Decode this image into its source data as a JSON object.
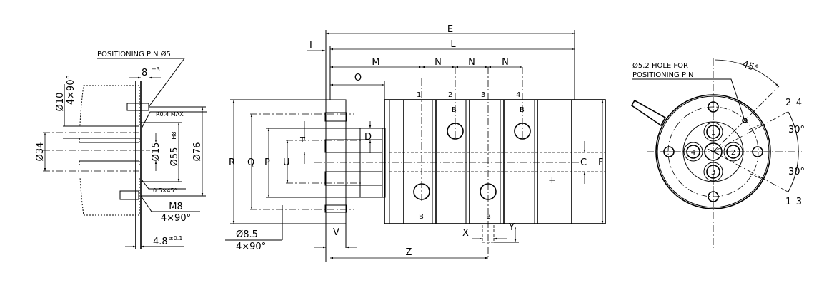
{
  "left_view": {
    "positioning_pin": "POSITIONING PIN  Ø5",
    "dim_8": "8",
    "tol_8": "±3",
    "dia10": "Ø10",
    "dia10_count": "4×90°",
    "r_max": "R0.4  MAX",
    "dia34": "Ø34",
    "dia15": "Ø15",
    "dia55": "Ø55",
    "dia55_fit": "H8",
    "dia76": "Ø76",
    "chamfer": "0.5×45°",
    "thread": "M8",
    "thread_count": "4×90°",
    "dim_48": "4.8",
    "tol_48": "±0.1"
  },
  "side_view": {
    "E": "E",
    "L": "L",
    "I": "I",
    "M": "M",
    "N": "N",
    "O": "O",
    "R": "R",
    "Q": "Q",
    "P": "P",
    "U": "U",
    "T": "T",
    "D": "D",
    "C": "C",
    "F": "F",
    "V": "V",
    "X": "X",
    "Y": "Y",
    "Z": "Z",
    "B": "B",
    "ports": [
      "1",
      "2",
      "3",
      "4"
    ],
    "hole_dia": "Ø8.5",
    "hole_count": "4×90°"
  },
  "end_view": {
    "hole_label_1": "Ø5.2  HOLE FOR",
    "hole_label_2": "POSITIONING PIN",
    "angle_45": "45°",
    "angle_30a": "30°",
    "angle_30b": "30°",
    "ports_24": "2–4",
    "ports_13": "1–3",
    "ports": [
      "1",
      "2",
      "3",
      "4"
    ]
  }
}
